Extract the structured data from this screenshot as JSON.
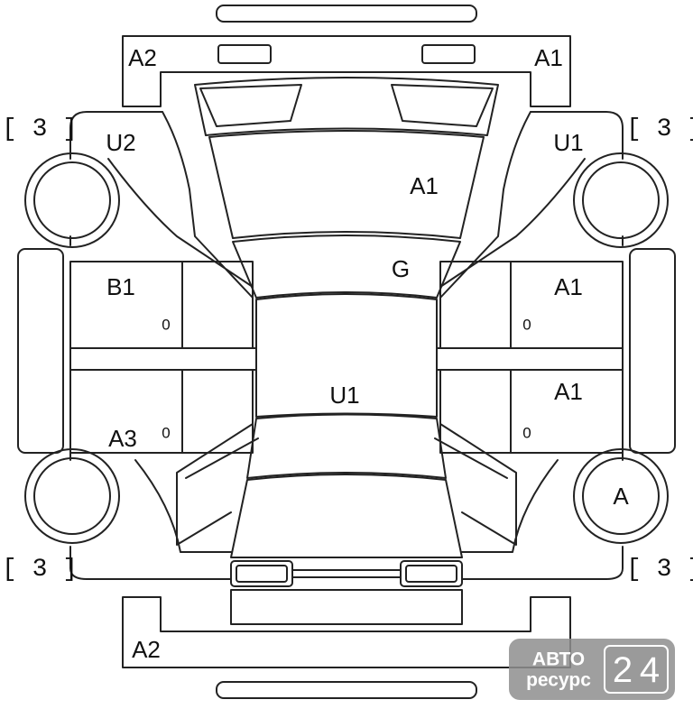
{
  "damage_codes": {
    "rear_bumper_left": "A2",
    "rear_bumper_right": "A1",
    "rear_quarter_left": "U2",
    "rear_quarter_right": "U1",
    "rear_glass": "A1",
    "trunk_lid": "G",
    "rear_door_left": "B1",
    "rear_door_right": "A1",
    "front_door_left": "A3",
    "front_door_right": "A1",
    "roof": "U1",
    "front_wheel_right": "A",
    "front_bumper": "A2"
  },
  "corner_brackets": {
    "rear_left": "[ 3 ]",
    "rear_right": "[ 3 ]",
    "front_left": "[ 3 ]",
    "front_right": "[ 3 ]"
  },
  "door_marks": {
    "rear_left": "0",
    "front_left": "0",
    "rear_right": "0",
    "front_right": "0"
  },
  "watermark": {
    "line1": "АВТО",
    "line2": "ресурс",
    "digit1": "2",
    "digit2": "4"
  }
}
